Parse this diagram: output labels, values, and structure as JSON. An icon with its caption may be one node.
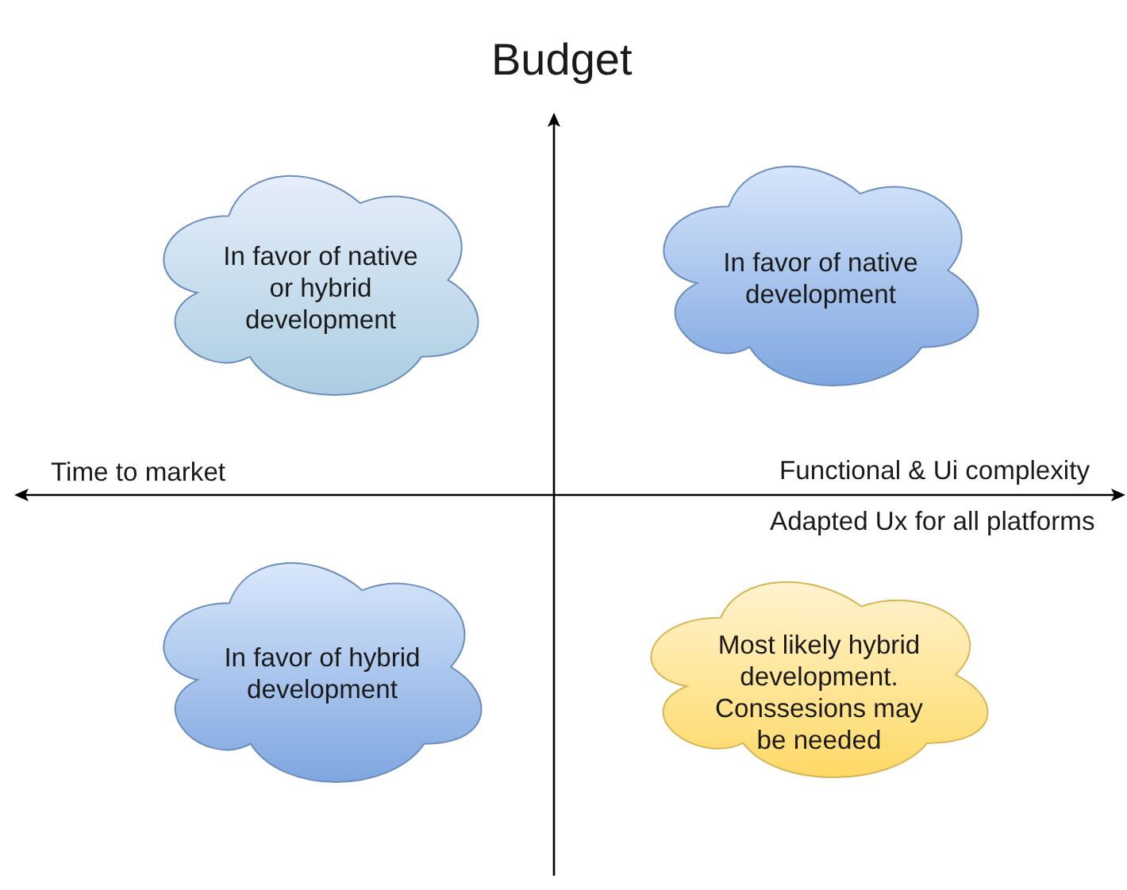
{
  "diagram": {
    "nodes": [
      {
        "text": [
          "In favor of native or hybrid development"
        ]
      },
      {
        "text": [
          "In favor of native development"
        ]
      },
      {
        "text": [
          "In favor of hybrid development"
        ]
      },
      {
        "text": [
          "Most likely hybrid development. Conssesions may be needed"
        ]
      }
    ],
    "edges": [],
    "labels": [
      "Budget",
      "Time to market",
      "Functional & Ui complexity",
      "Adapted Ux for all platforms"
    ]
  }
}
